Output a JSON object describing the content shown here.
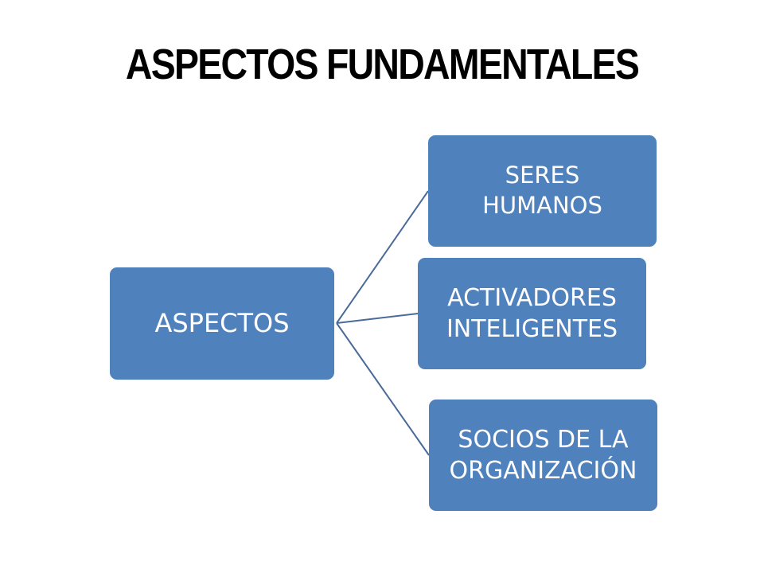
{
  "title": "ASPECTOS FUNDAMENTALES",
  "colors": {
    "box_fill": "#4f81bd",
    "box_text": "#ffffff",
    "connector": "#4a6a9a",
    "title": "#000000"
  },
  "root": {
    "label": "ASPECTOS"
  },
  "children": [
    {
      "label": "SERES\nHUMANOS"
    },
    {
      "label": "ACTIVADORES\nINTELIGENTES"
    },
    {
      "label": "SOCIOS DE LA\nORGANIZACIÓN"
    }
  ]
}
